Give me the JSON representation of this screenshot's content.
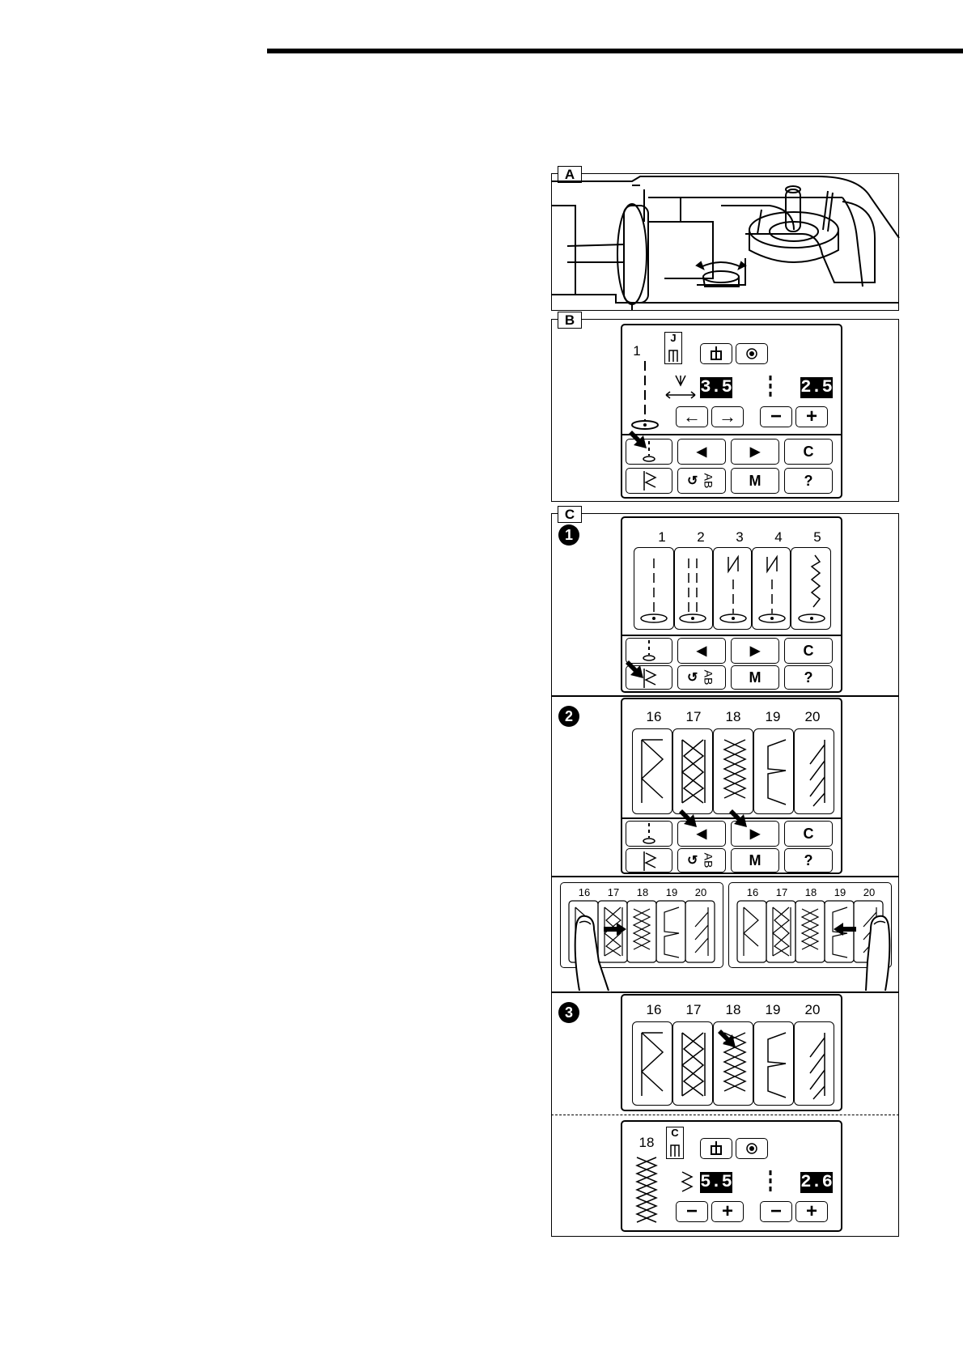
{
  "figure_labels": {
    "a": "A",
    "b": "B",
    "c": "C",
    "a_small": "a"
  },
  "step_markers": [
    "1",
    "2",
    "3"
  ],
  "panel_b": {
    "pattern_number": "1",
    "foot_letter": "J",
    "width_value": "3.5",
    "length_value": "2.5",
    "keys": {
      "left": "◀",
      "right": "▶",
      "clear": "C",
      "memory": "M",
      "help": "?",
      "ab": "AB"
    }
  },
  "panel_c1": {
    "pattern_numbers": [
      "1",
      "2",
      "3",
      "4",
      "5"
    ],
    "keys": {
      "left": "◀",
      "right": "▶",
      "clear": "C",
      "memory": "M",
      "help": "?",
      "ab": "AB"
    }
  },
  "panel_c2": {
    "pattern_numbers": [
      "16",
      "17",
      "18",
      "19",
      "20"
    ],
    "keys": {
      "left": "◀",
      "right": "▶",
      "clear": "C",
      "memory": "M",
      "help": "?",
      "ab": "AB"
    }
  },
  "panel_ca": {
    "left_numbers": [
      "16",
      "17",
      "18",
      "19",
      "20"
    ],
    "right_numbers": [
      "16",
      "17",
      "18",
      "19",
      "20"
    ]
  },
  "panel_c3": {
    "pattern_numbers": [
      "16",
      "17",
      "18",
      "19",
      "20"
    ],
    "selected_pattern": "18",
    "foot_letter": "C",
    "width_value": "5.5",
    "length_value": "2.6"
  }
}
